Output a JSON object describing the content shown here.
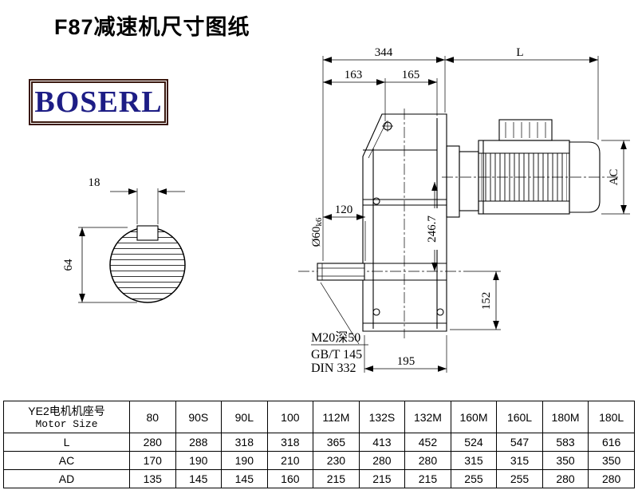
{
  "header": {
    "title": "F87减速机尺寸图纸",
    "logo_text": "BOSERL"
  },
  "drawing": {
    "dims": {
      "keyway_18": "18",
      "dia_64": "64",
      "total_344": "344",
      "len_L": "L",
      "seg_163": "163",
      "seg_165": "165",
      "len_120": "120",
      "shaft_dia": "Ø60",
      "shaft_tol": "k6",
      "h_246_7": "246.7",
      "ac": "AC",
      "h_152": "152",
      "w_195": "195"
    },
    "notes": {
      "tap": "M20深50",
      "std1": "GB/T 145",
      "std2": "DIN 332"
    }
  },
  "table": {
    "header_cn": "YE2电机机座号",
    "header_en": "Motor Size",
    "sizes": [
      "80",
      "90S",
      "90L",
      "100",
      "112M",
      "132S",
      "132M",
      "160M",
      "160L",
      "180M",
      "180L"
    ],
    "rows": [
      {
        "label": "L",
        "values": [
          "280",
          "288",
          "318",
          "318",
          "365",
          "413",
          "452",
          "524",
          "547",
          "583",
          "616"
        ]
      },
      {
        "label": "AC",
        "values": [
          "170",
          "190",
          "190",
          "210",
          "230",
          "280",
          "280",
          "315",
          "315",
          "350",
          "350"
        ]
      },
      {
        "label": "AD",
        "values": [
          "135",
          "145",
          "145",
          "160",
          "215",
          "215",
          "215",
          "255",
          "255",
          "280",
          "280"
        ]
      }
    ]
  }
}
